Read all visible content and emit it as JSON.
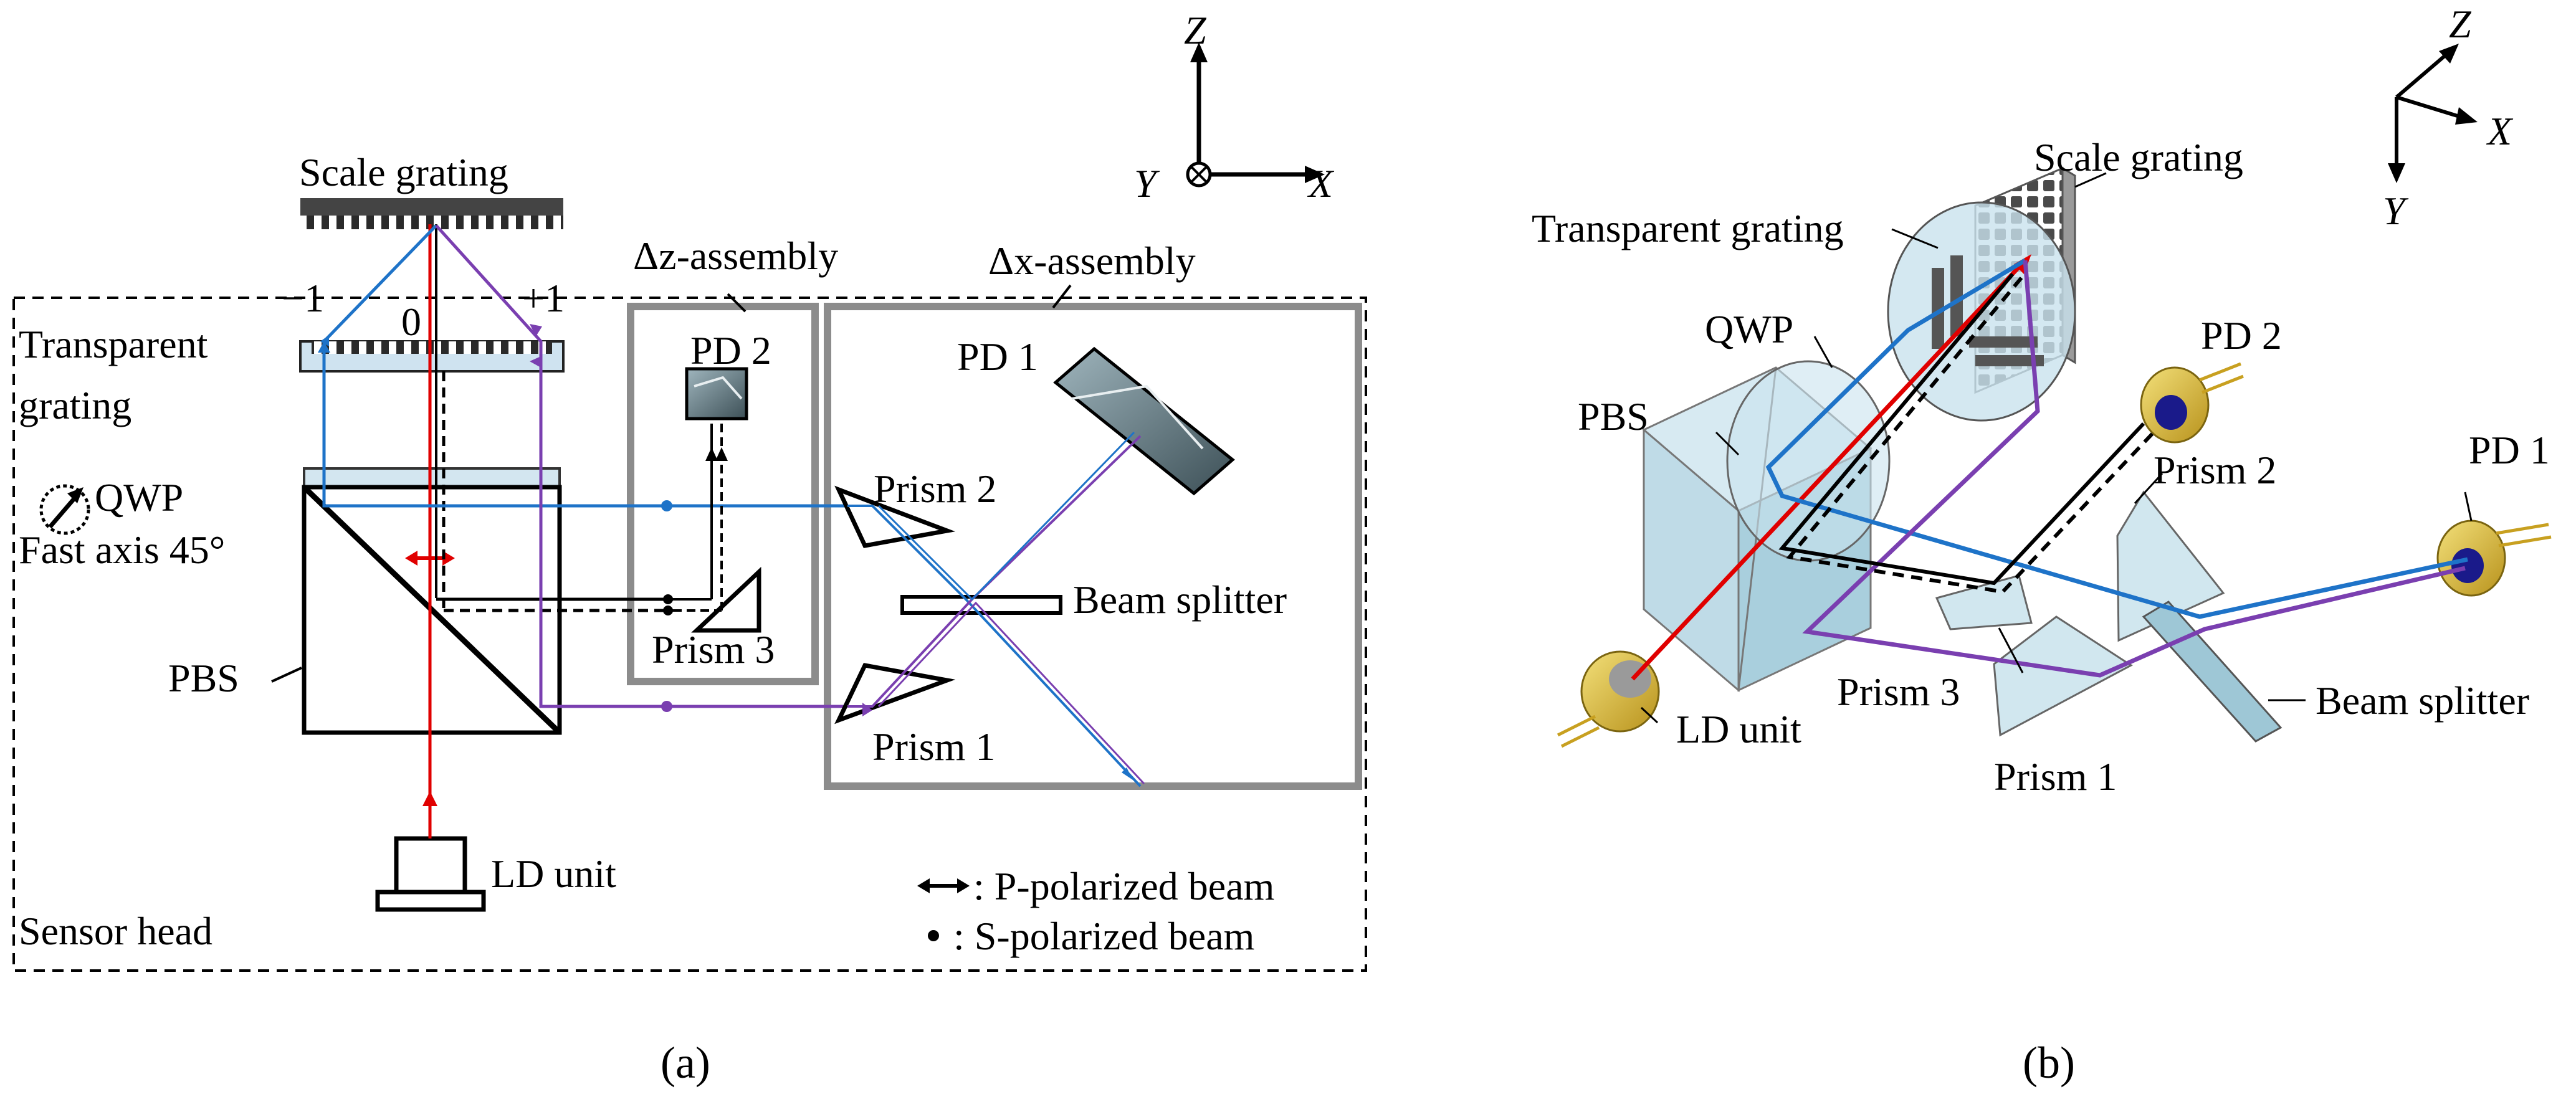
{
  "panel_a": {
    "caption": "(a)",
    "labels": {
      "scale_grating": "Scale grating",
      "minus1": "−1",
      "zero": "0",
      "plus1": "+1",
      "transparent_grating_1": "Transparent",
      "transparent_grating_2": "grating",
      "qwp": "QWP",
      "fast_axis": "Fast axis 45°",
      "pbs": "PBS",
      "ld_unit": "LD unit",
      "sensor_head": "Sensor head",
      "dz_assembly": "Δz-assembly",
      "dx_assembly": "Δx-assembly",
      "pd2": "PD 2",
      "pd1": "PD 1",
      "prism2": "Prism 2",
      "prism3": "Prism 3",
      "prism1": "Prism 1",
      "beam_splitter": "Beam splitter",
      "p_legend": ": P-polarized beam",
      "s_legend": ": S-polarized beam"
    },
    "axes": {
      "z": "Z",
      "y": "Y",
      "x": "X"
    }
  },
  "panel_b": {
    "caption": "(b)",
    "labels": {
      "scale_grating": "Scale grating",
      "transparent_grating": "Transparent grating",
      "qwp": "QWP",
      "pbs": "PBS",
      "pd2": "PD 2",
      "pd1": "PD 1",
      "prism2": "Prism 2",
      "prism3": "Prism 3",
      "prism1": "Prism 1",
      "ld_unit": "LD unit",
      "beam_splitter": "Beam splitter"
    },
    "axes": {
      "z": "Z",
      "x": "X",
      "y": "Y"
    }
  },
  "colors": {
    "laser": "#e00000",
    "blue_beam": "#1e73c8",
    "purple_beam": "#7a3fb0",
    "assembly_box": "#8c8c8c",
    "glass": "#c9e2ee",
    "pd_gold": "#d8b62a"
  }
}
